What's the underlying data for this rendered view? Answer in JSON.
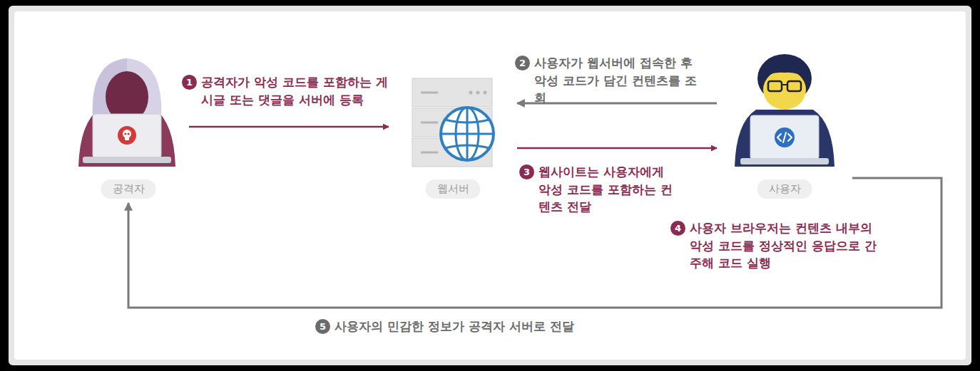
{
  "diagram": {
    "nodes": [
      {
        "text": [
          "공격자"
        ]
      },
      {
        "text": [
          "웹서버"
        ]
      },
      {
        "text": [
          "사용자"
        ]
      }
    ],
    "edges": [
      {
        "from": 0,
        "to": 1,
        "arrow": "to",
        "label": "공격자가 악성 코드를 포함하는 게시글 또는 댓글을 서버에 등록"
      },
      {
        "from": 2,
        "to": 1,
        "arrow": "to",
        "label": "사용자가 웹서버에 접속한 후 악성 코드가 담긴 컨텐츠를 조회"
      },
      {
        "from": 1,
        "to": 2,
        "arrow": "to",
        "label": "웹사이트는 사용자에게 악성 코드를 포함하는 컨텐츠 전달"
      },
      {
        "from": 2,
        "to": 0,
        "arrow": "to",
        "label": "사용자의 민감한 정보가 공격자 서버로 전달"
      }
    ],
    "labels": [
      "1",
      "2",
      "3",
      "4",
      "5",
      "사용자 브라우저는 컨텐츠 내부의 악성 코드를 정상적인 응답으로 간주해 코드 실행"
    ]
  }
}
